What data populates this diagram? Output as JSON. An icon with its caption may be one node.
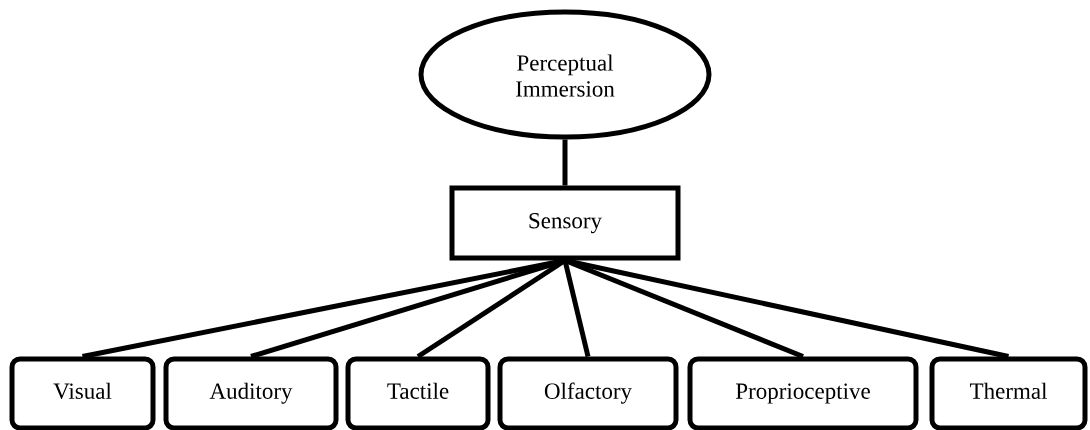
{
  "diagram": {
    "nodes": [
      {
        "text": [
          "Perceptual Immersion"
        ]
      },
      {
        "text": [
          "Sensory"
        ]
      },
      {
        "text": [
          "Visual"
        ]
      },
      {
        "text": [
          "Auditory"
        ]
      },
      {
        "text": [
          "Tactile"
        ]
      },
      {
        "text": [
          "Olfactory"
        ]
      },
      {
        "text": [
          "Proprioceptive"
        ]
      },
      {
        "text": [
          "Thermal"
        ]
      }
    ],
    "edges": [
      {
        "from": 0,
        "to": 1,
        "arrow": "none"
      },
      {
        "from": 1,
        "to": 2,
        "arrow": "none"
      },
      {
        "from": 1,
        "to": 3,
        "arrow": "none"
      },
      {
        "from": 1,
        "to": 4,
        "arrow": "none"
      },
      {
        "from": 1,
        "to": 5,
        "arrow": "none"
      },
      {
        "from": 1,
        "to": 6,
        "arrow": "none"
      },
      {
        "from": 1,
        "to": 7,
        "arrow": "none"
      }
    ]
  }
}
